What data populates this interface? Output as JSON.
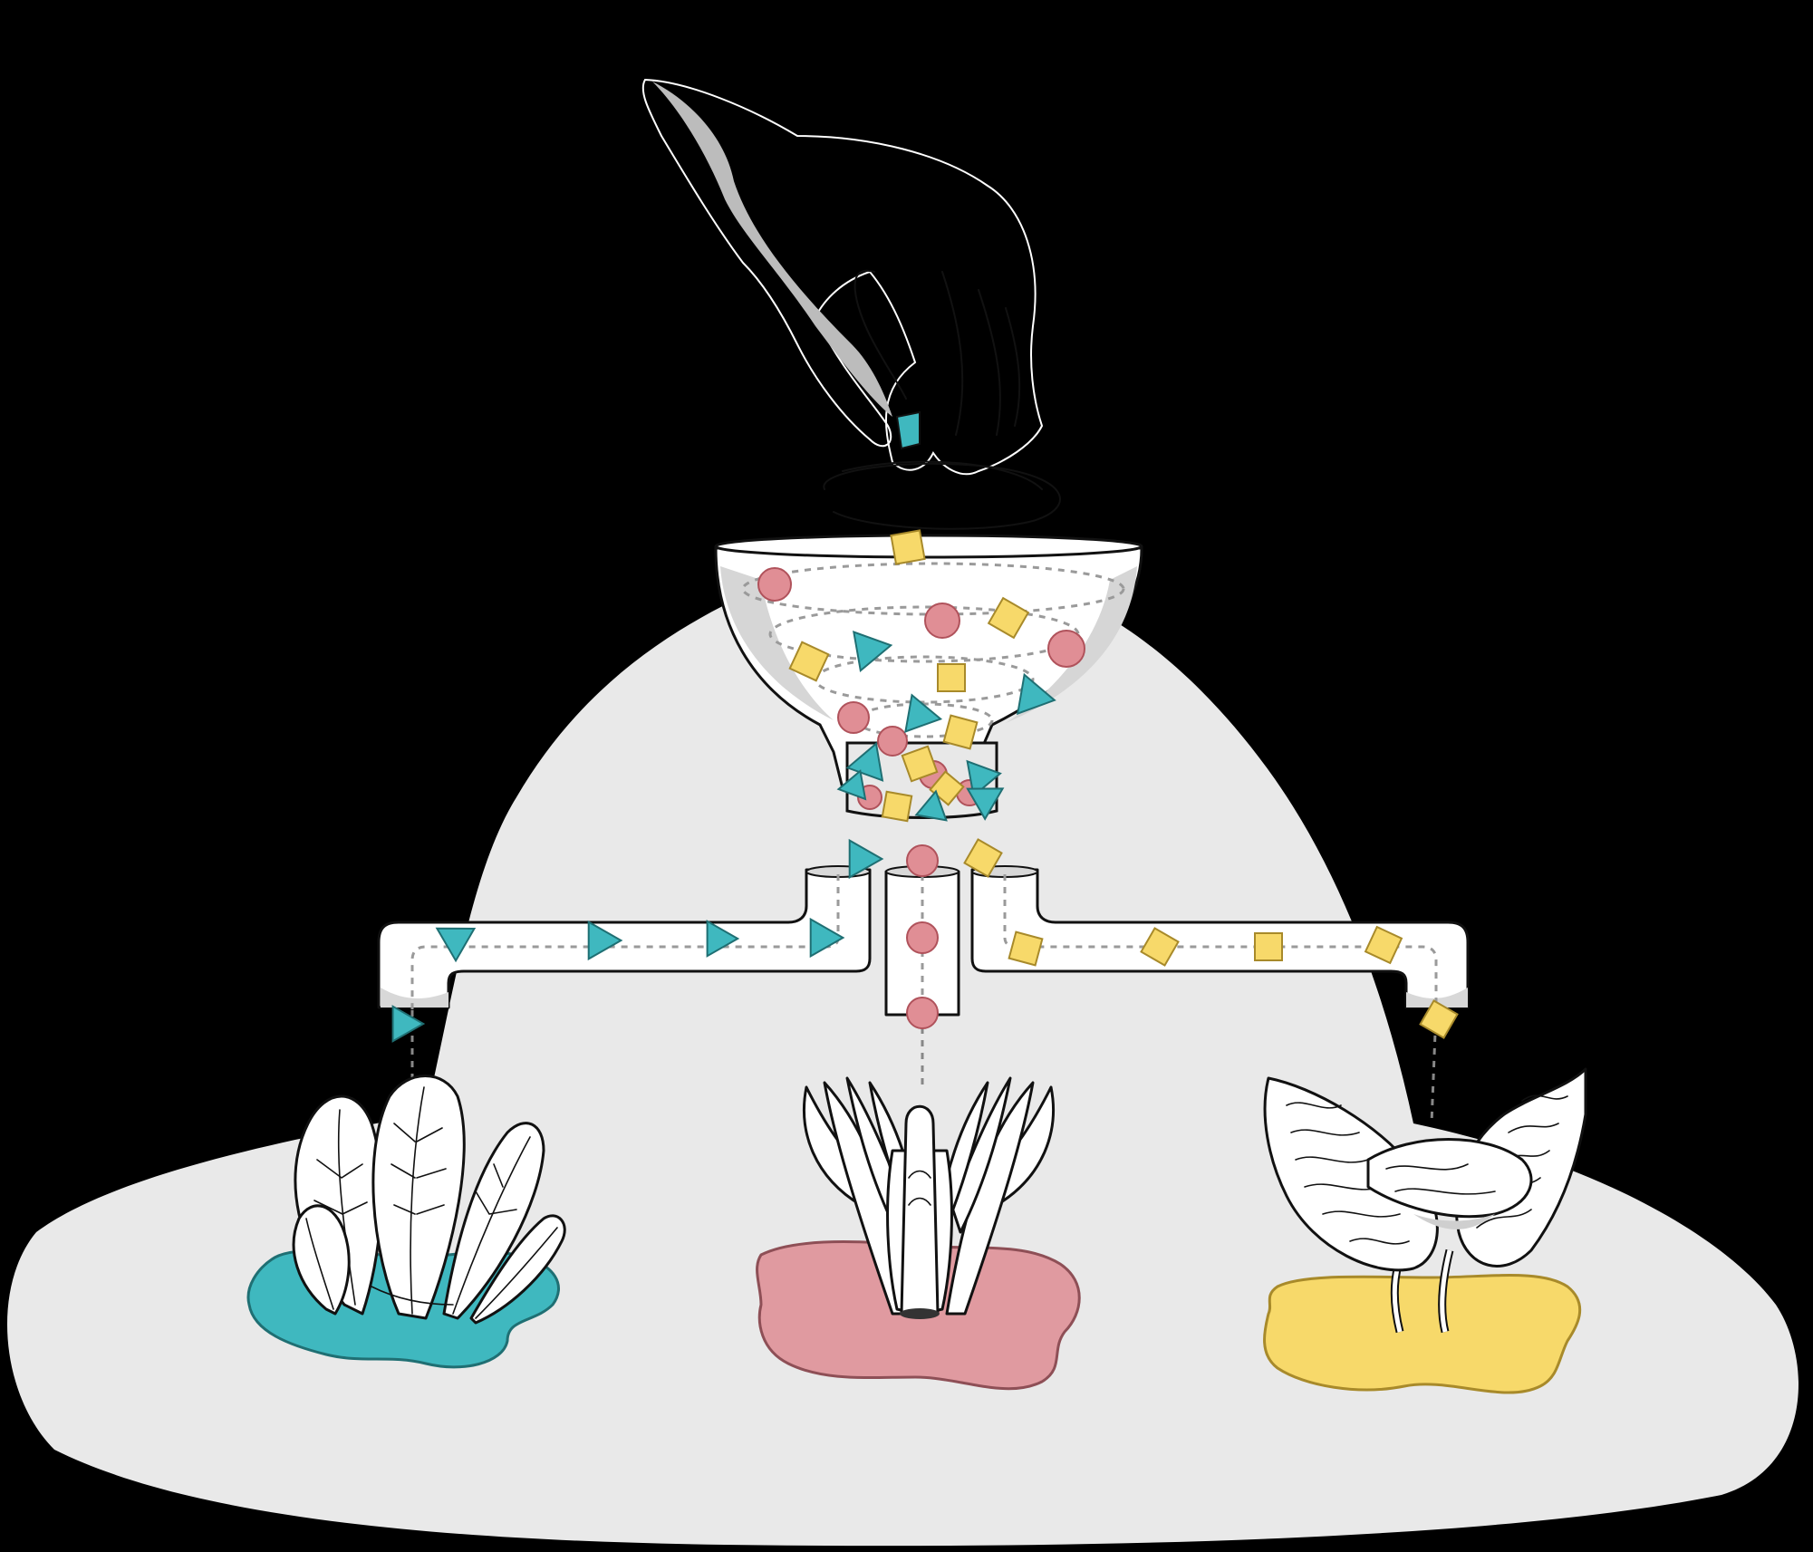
{
  "colors": {
    "background": "#000000",
    "backdrop": "#e9e9e9",
    "teal": "#3fb8bf",
    "pink": "#e08e95",
    "yellow": "#f7d96a",
    "outline": "#111111"
  },
  "icons": {
    "hand": "hand-icon",
    "funnel": "funnel-icon",
    "pipe": "pipe-icon",
    "plant_left": "spinach-plant-icon",
    "plant_center": "succulent-plant-icon",
    "plant_right": "wavy-leaf-plant-icon"
  },
  "groups": [
    {
      "shape": "triangle",
      "color": "teal"
    },
    {
      "shape": "circle",
      "color": "pink"
    },
    {
      "shape": "square",
      "color": "yellow"
    }
  ]
}
